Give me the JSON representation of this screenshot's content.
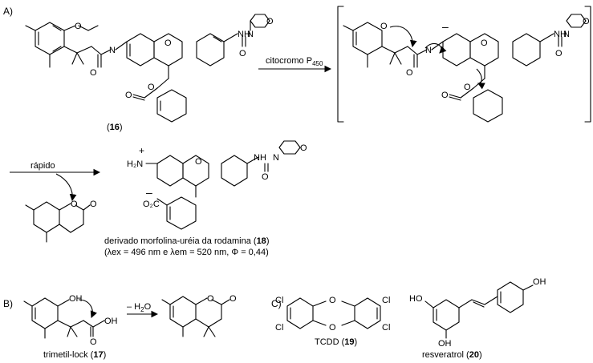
{
  "panels": {
    "a": "A)",
    "b": "B)",
    "c": "C)"
  },
  "reagents": {
    "cyp": "citocromo P",
    "cyp_sub": "450",
    "fast": "rápido",
    "water": "– H",
    "water_sub": "2",
    "water_tail": "O"
  },
  "charges": {
    "minus": "–",
    "plus": "+"
  },
  "atoms": {
    "o": "O",
    "n": "N",
    "nh": "NH",
    "hn": "HN",
    "h": "H",
    "h2n": "H₂N",
    "oh": "OH",
    "cl": "Cl",
    "co2": "O₂C"
  },
  "compounds": {
    "c16": {
      "name": "",
      "number": "16"
    },
    "c18": {
      "name": "derivado morfolina-uréia da rodamina",
      "number": "18",
      "line2": "(λex = 496 nm e λem = 520 nm, Φ = 0,44)"
    },
    "c17": {
      "name": "trimetil-lock",
      "number": "17"
    },
    "c19": {
      "name": "TCDD",
      "number": "19"
    },
    "c20": {
      "name": "resveratrol",
      "number": "20"
    }
  }
}
